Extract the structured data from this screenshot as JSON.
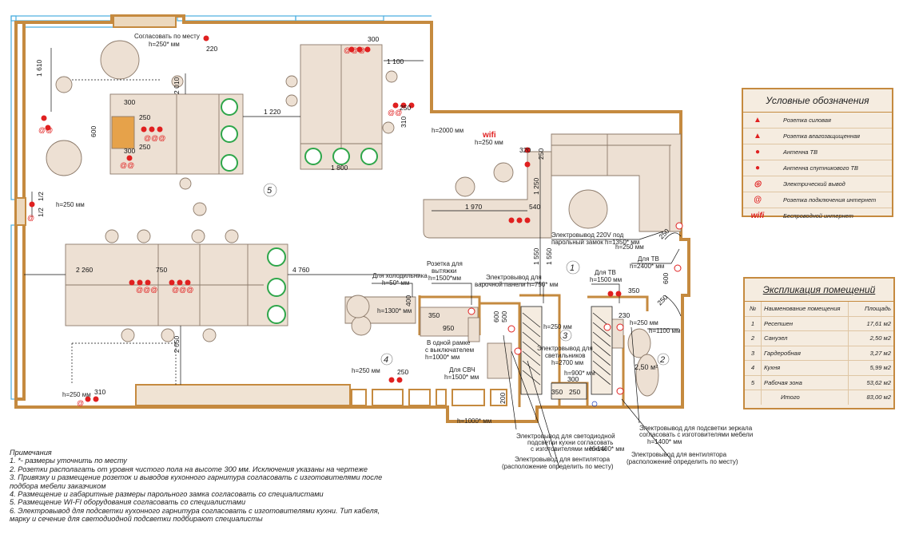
{
  "legend": {
    "title": "Условные обозначения",
    "items": [
      {
        "label": "Розетка силовая",
        "icon": "power-socket-icon"
      },
      {
        "label": "Розетка влагозащищенная",
        "icon": "waterproof-socket-icon"
      },
      {
        "label": "Антенна ТВ",
        "icon": "tv-antenna-icon"
      },
      {
        "label": "Антенна спутникового ТВ",
        "icon": "satellite-antenna-icon"
      },
      {
        "label": "Электрический вывод",
        "icon": "electric-outlet-icon"
      },
      {
        "label": "Розетка подключения интернет",
        "icon": "internet-socket-icon"
      },
      {
        "label": "Беспроводной интернет",
        "icon": "wifi-icon",
        "symbol": "wifi"
      }
    ]
  },
  "explication": {
    "title": "Экспликация помещений",
    "headers": [
      "№",
      "Наименование помещения",
      "Площадь"
    ],
    "rows": [
      [
        "1",
        "Ресепшен",
        "17,61 м2"
      ],
      [
        "2",
        "Санузел",
        "2,50 м2"
      ],
      [
        "3",
        "Гардеробная",
        "3,27 м2"
      ],
      [
        "4",
        "Кухня",
        "5,99 м2"
      ],
      [
        "5",
        "Рабочая зона",
        "53,62 м2"
      ]
    ],
    "total_label": "Итого",
    "total_value": "83,00 м2"
  },
  "notes": {
    "title": "Примечания",
    "lines": [
      "1. *- размеры уточнить по месту",
      "2. Розетки располагать от уровня чистого пола на высоте 300 мм. Исключения указаны на чертеже",
      "3. Привязку и размещение розеток и выводов кухонного гарнитура согласовать с изготовителями после",
      "подбора мебели заказчиком",
      "4. Размещение и габаритные размеры парольного замка согласовать со специалистами",
      "5. Размещение WI-FI оборудования согласовать со специалистами",
      "6. Электровывод для подсветки кухонного гарнитура согласовать с изготовителями кухни. Тип кабеля,",
      "марку и сечение для светодиодной подсветки подбирают специалисты"
    ]
  },
  "rooms": {
    "r1": "1",
    "r2": "2",
    "r3": "3",
    "r4": "4",
    "r5": "5",
    "area2": "2,50 м²"
  },
  "dims": {
    "d1610": "1 610",
    "d2010": "2 010",
    "d300a": "300",
    "d250a": "250",
    "d600": "600",
    "d300b": "300",
    "d250b": "250",
    "d1220": "1 220",
    "d300top": "300",
    "d220": "220",
    "d1100": "1 100",
    "d250c": "250",
    "d310": "310",
    "d1800": "1 800",
    "d320": "320",
    "d250d": "250",
    "d1250": "1 250",
    "d1970": "1 970",
    "d540": "540",
    "d1550a": "1 550",
    "d1550b": "1 550",
    "d2260": "2 260",
    "d750": "750",
    "d4760": "4 760",
    "d2050": "2 050",
    "d1_2a": "1/2",
    "d1_2b": "1/2",
    "d350a": "350",
    "d950": "950",
    "d400": "400",
    "d500": "500",
    "d600b": "600",
    "d350b": "350",
    "d230": "230",
    "d250e": "250",
    "d250f": "250",
    "d300c": "300",
    "d350c": "350",
    "d250g": "250",
    "d200": "200",
    "d600c": "600",
    "d250h": "250",
    "d310b": "310"
  },
  "annotations": {
    "agree": "Согласовать по месту",
    "h250a": "h=250* мм",
    "h2000": "h=2000 мм",
    "wifi": "wifi",
    "h250b": "h=250 мм",
    "h250left": "h=250 мм",
    "lock": "Электровывод 220V под",
    "lock2": "парольный замок h=1350* мм",
    "h250c": "h=250 мм",
    "tv1": "Для ТВ",
    "tv1h": "h=2400* мм",
    "tv2": "Для ТВ",
    "tv2h": "h=1500 мм",
    "h250d": "h=250 мм",
    "h1100": "h=1100 мм",
    "hood": "Розетка для",
    "hood2": "вытяжки",
    "hood3": "h=1500*мм",
    "fridge": "Для холодильника",
    "fridge2": "h=50* мм",
    "panel": "Электровывод для",
    "panel2": "варочной панели h=750* мм",
    "h1300": "h=1300* мм",
    "frame": "В одной рамке",
    "frame2": "с выключателем",
    "frame3": "h=1000* мм",
    "h250e": "h=250 мм",
    "lamps": "Электровывод для",
    "lamps2": "светильников",
    "lamps3": "h=2700 мм",
    "micro": "Для СВЧ",
    "micro2": "h=1500* мм",
    "h900": "h=900* мм",
    "h250f": "h=250 мм",
    "h250g": "h=250 мм",
    "h1000": "h=1000* мм",
    "led": "Электровывод для светодиодной",
    "led2": "подсветки кухни согласовать",
    "led3": "с изготовителями мебели",
    "led4": "h=1400* мм",
    "fan": "Электровывод для вентилятора",
    "fan2": "(расположение определить по месту)",
    "mirror": "Электровывод для подсветки зеркала",
    "mirror2": "согласовать с изготовителями мебели",
    "mirror3": "h=1400* мм",
    "fan3": "Электровывод для вентилятора",
    "fan4": "(расположение определить по месту)"
  },
  "colors": {
    "wall": "#c58a3f",
    "furniture": "#ede0d3",
    "furniture_stroke": "#8c7a6a",
    "socket": "#e02020",
    "plant": "#2ea64a",
    "window": "#4aaee0",
    "grid": "#222222"
  }
}
